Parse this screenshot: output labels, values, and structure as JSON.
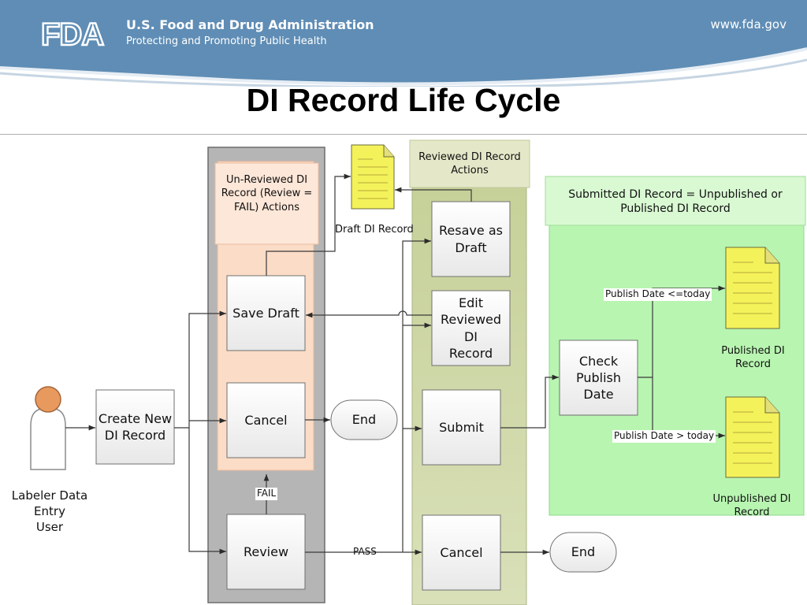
{
  "header": {
    "logo_text": "FDA",
    "agency_name": "U.S. Food and Drug Administration",
    "tagline": "Protecting and Promoting Public Health",
    "url": "www.fda.gov"
  },
  "slide": {
    "title": "DI Record Life Cycle"
  },
  "diagram": {
    "actor_label": "Labeler Data Entry\nUser",
    "unreviewed_group_label": "Un-Reviewed DI\nRecord (Review =\nFAIL) Actions",
    "reviewed_group_label": "Reviewed DI Record\nActions",
    "submitted_group_label": "Submitted DI Record = Unpublished or\nPublished DI Record",
    "nodes": {
      "create_new": "Create New\nDI Record",
      "save_draft": "Save Draft",
      "cancel_unreviewed": "Cancel",
      "review": "Review",
      "end_1": "End",
      "resave_draft": "Resave as\nDraft",
      "edit_reviewed": "Edit\nReviewed DI\nRecord",
      "submit": "Submit",
      "cancel_reviewed": "Cancel",
      "end_2": "End",
      "check_publish": "Check Publish\nDate"
    },
    "edge_labels": {
      "draft_di_record": "Draft DI Record",
      "fail": "FAIL",
      "pass": "PASS",
      "publish_le_today": "Publish Date <=today",
      "publish_gt_today": "Publish Date > today"
    },
    "documents": {
      "published": "Published DI Record",
      "unpublished": "Unpublished DI Record"
    }
  },
  "colors": {
    "banner_blue": "#5f8db5",
    "unreviewed_gray": "#b5b5b5",
    "unreviewed_peach": "#fbdcc6",
    "reviewed_olive": "#cfd7a8",
    "submitted_green": "#b8f5b1",
    "document_yellow": "#f4f25a"
  }
}
